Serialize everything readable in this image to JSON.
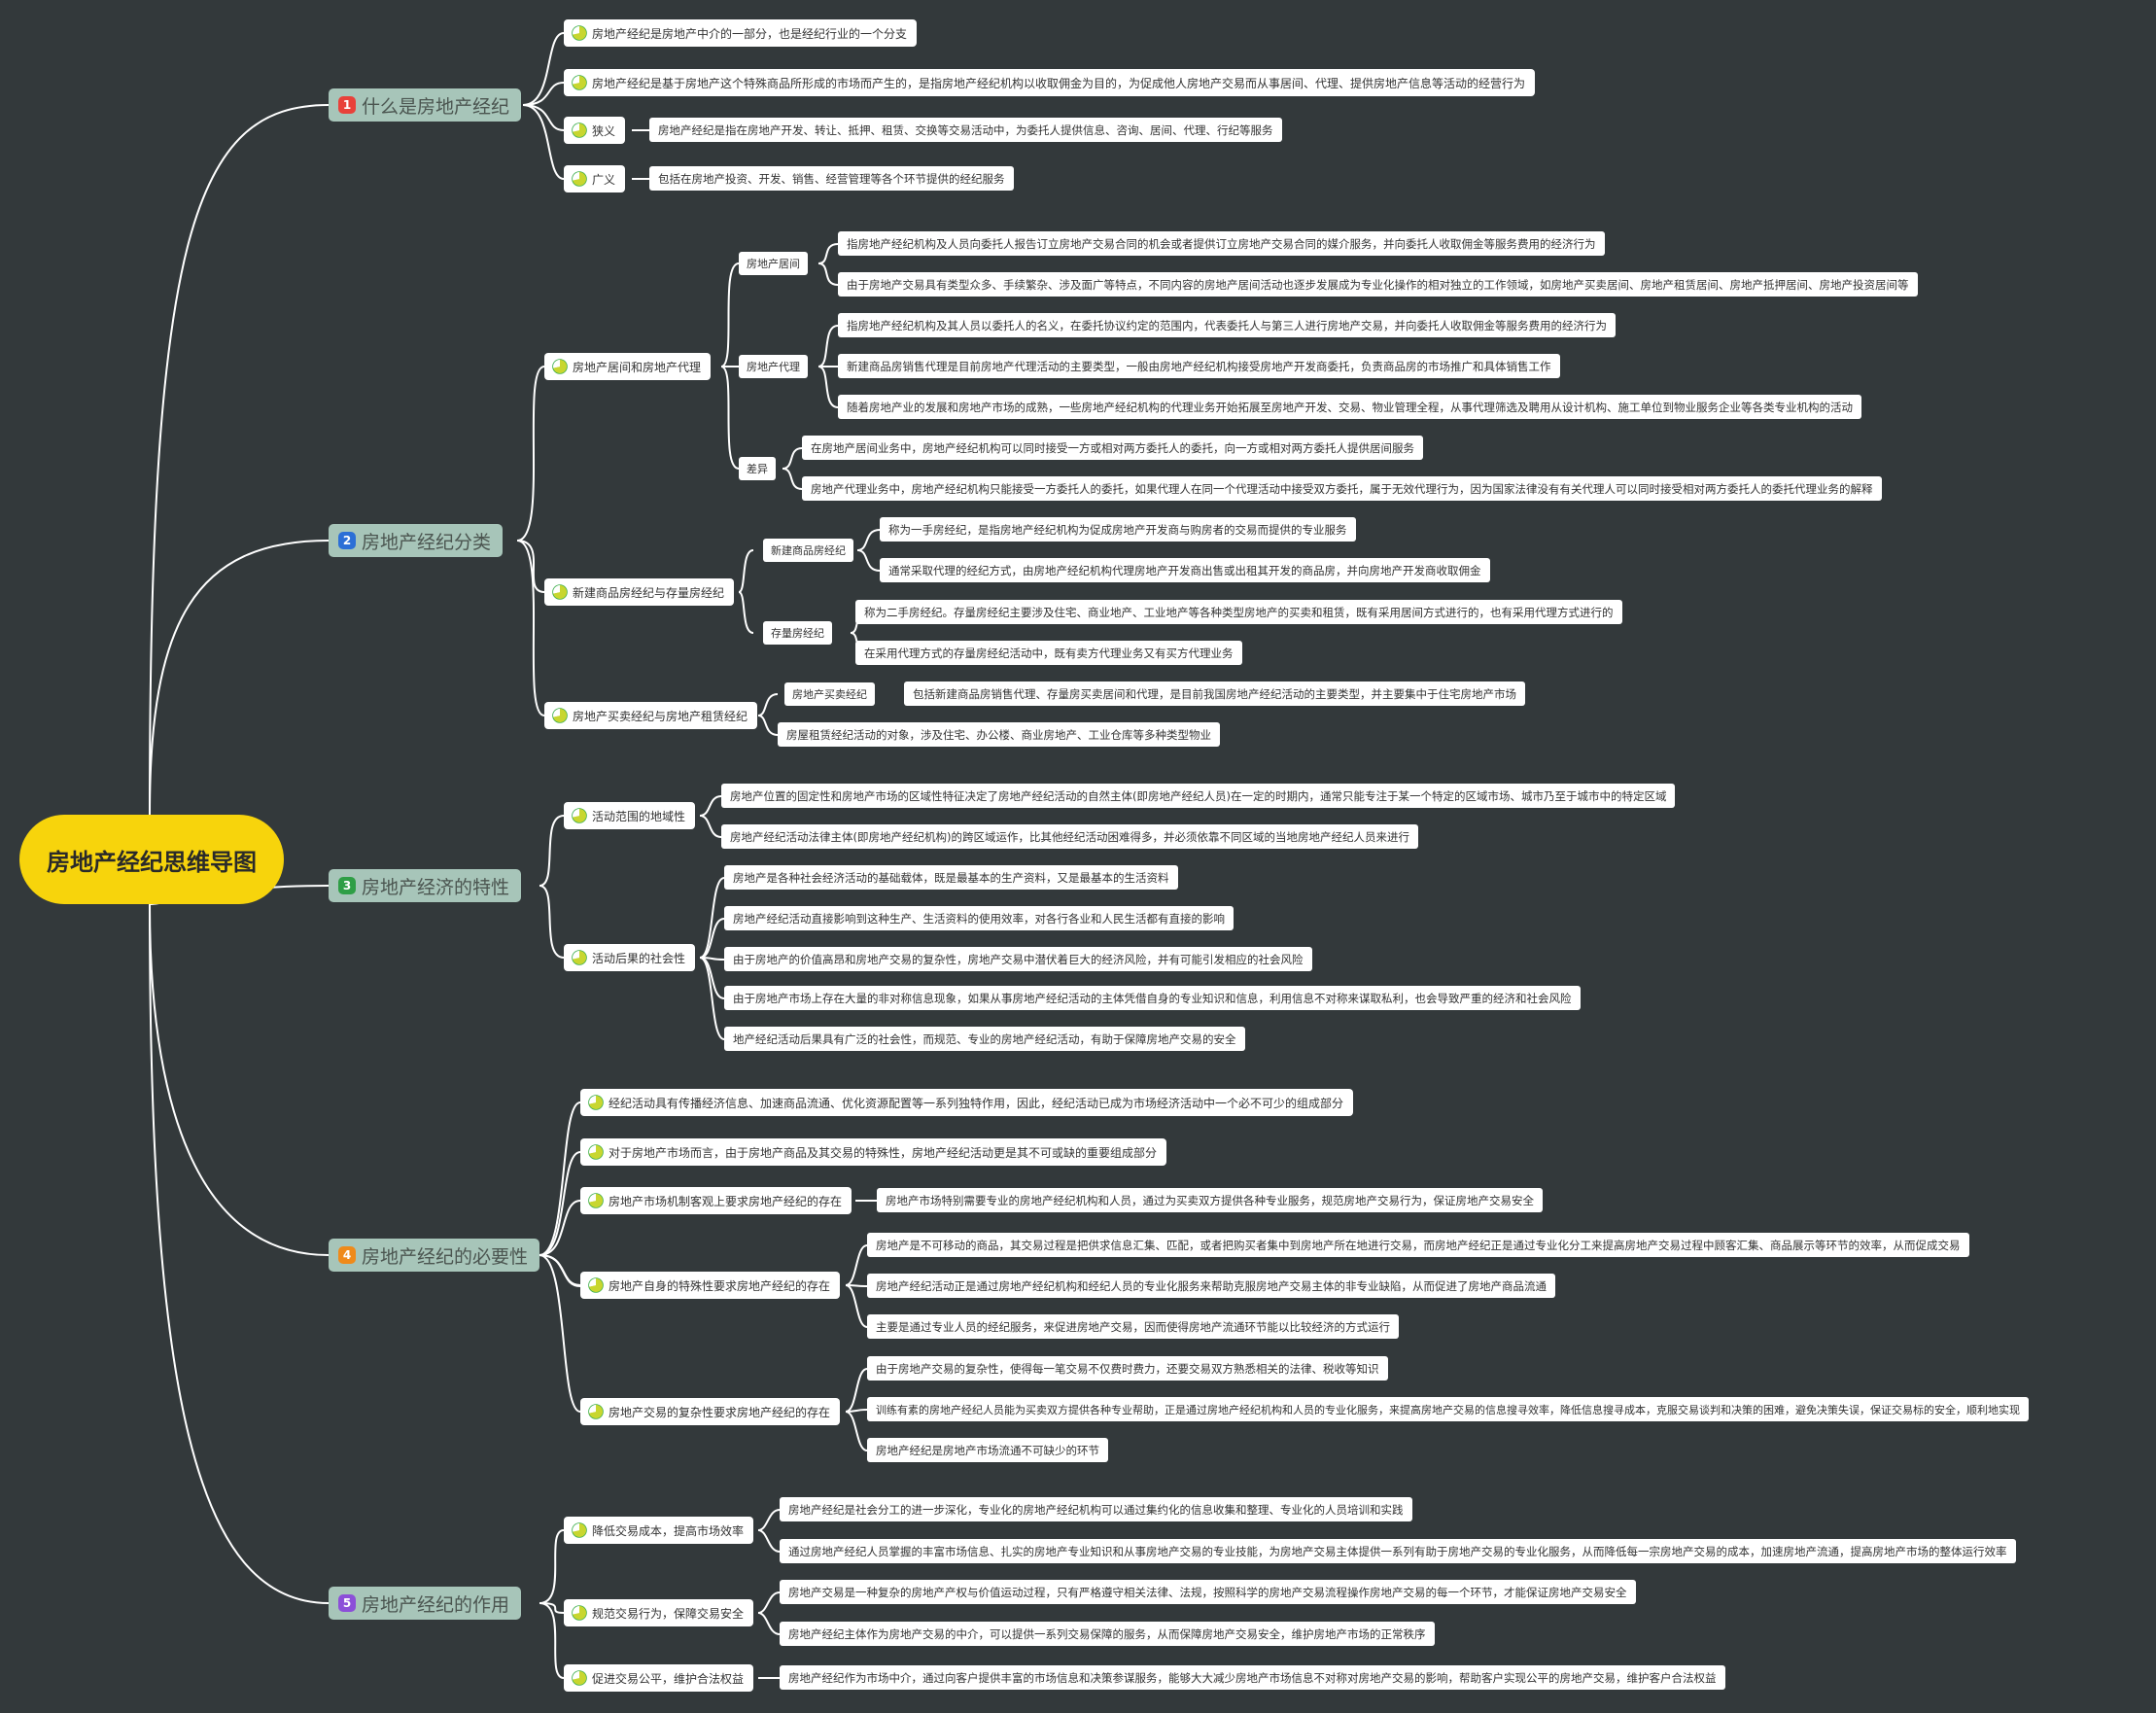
{
  "root": "房地产经纪思维导图",
  "colors": {
    "background": "#33393b",
    "root": "#f7d40c",
    "branch": "#a7c5b9",
    "line": "#ffffff"
  },
  "icons": {
    "topic": "pie-progress-icon"
  },
  "branches": [
    {
      "num": "1",
      "label": "什么是房地产经纪",
      "color": "#e8413a"
    },
    {
      "num": "2",
      "label": "房地产经纪分类",
      "color": "#2c6fd6"
    },
    {
      "num": "3",
      "label": "房地产经济的特性",
      "color": "#2f9e46"
    },
    {
      "num": "4",
      "label": "房地产经纪的必要性",
      "color": "#ef8a1a"
    },
    {
      "num": "5",
      "label": "房地产经纪的作用",
      "color": "#8c4fd8"
    }
  ],
  "topics": [
    "房地产经纪是房地产中介的一部分，也是经纪行业的一个分支",
    "房地产经纪是基于房地产这个特殊商品所形成的市场而产生的，是指房地产经纪机构以收取佣金为目的，为促成他人房地产交易而从事居间、代理、提供房地产信息等活动的经营行为",
    "狭义",
    "广义",
    "房地产居间和房地产代理",
    "新建商品房经纪与存量房经纪",
    "房地产买卖经纪与房地产租赁经纪",
    "活动范围的地域性",
    "活动后果的社会性",
    "经纪活动具有传播经济信息、加速商品流通、优化资源配置等一系列独特作用，因此，经纪活动已成为市场经济活动中一个必不可少的组成部分",
    "对于房地产市场而言，由于房地产商品及其交易的特殊性，房地产经纪活动更是其不可或缺的重要组成部分",
    "房地产市场机制客观上要求房地产经纪的存在",
    "房地产自身的特殊性要求房地产经纪的存在",
    "房地产交易的复杂性要求房地产经纪的存在",
    "降低交易成本，提高市场效率",
    "规范交易行为，保障交易安全",
    "促进交易公平，维护合法权益"
  ],
  "subtopics": [
    "房地产居间",
    "房地产代理",
    "差异",
    "新建商品房经纪",
    "存量房经纪",
    "房地产买卖经纪"
  ],
  "leaves": [
    "房地产经纪是指在房地产开发、转让、抵押、租赁、交换等交易活动中，为委托人提供信息、咨询、居间、代理、行纪等服务",
    "包括在房地产投资、开发、销售、经营管理等各个环节提供的经纪服务",
    "指房地产经纪机构及人员向委托人报告订立房地产交易合同的机会或者提供订立房地产交易合同的媒介服务，并向委托人收取佣金等服务费用的经济行为",
    "由于房地产交易具有类型众多、手续繁杂、涉及面广等特点，不同内容的房地产居间活动也逐步发展成为专业化操作的相对独立的工作领域，如房地产买卖居间、房地产租赁居间、房地产抵押居间、房地产投资居间等",
    "指房地产经纪机构及其人员以委托人的名义，在委托协议约定的范围内，代表委托人与第三人进行房地产交易，并向委托人收取佣金等服务费用的经济行为",
    "新建商品房销售代理是目前房地产代理活动的主要类型，一般由房地产经纪机构接受房地产开发商委托，负责商品房的市场推广和具体销售工作",
    "随着房地产业的发展和房地产市场的成熟，一些房地产经纪机构的代理业务开始拓展至房地产开发、交易、物业管理全程，从事代理筛选及聘用从设计机构、施工单位到物业服务企业等各类专业机构的活动",
    "在房地产居间业务中，房地产经纪机构可以同时接受一方或相对两方委托人的委托，向一方或相对两方委托人提供居间服务",
    "房地产代理业务中，房地产经纪机构只能接受一方委托人的委托，如果代理人在同一个代理活动中接受双方委托，属于无效代理行为，因为国家法律没有有关代理人可以同时接受相对两方委托人的委托代理业务的解释",
    "称为一手房经纪，是指房地产经纪机构为促成房地产开发商与购房者的交易而提供的专业服务",
    "通常采取代理的经纪方式，由房地产经纪机构代理房地产开发商出售或出租其开发的商品房，并向房地产开发商收取佣金",
    "称为二手房经纪。存量房经纪主要涉及住宅、商业地产、工业地产等各种类型房地产的买卖和租赁，既有采用居间方式进行的，也有采用代理方式进行的",
    "在采用代理方式的存量房经纪活动中，既有卖方代理业务又有买方代理业务",
    "包括新建商品房销售代理、存量房买卖居间和代理，是目前我国房地产经纪活动的主要类型，并主要集中于住宅房地产市场",
    "房屋租赁经纪活动的对象，涉及住宅、办公楼、商业房地产、工业仓库等多种类型物业",
    "房地产位置的固定性和房地产市场的区域性特征决定了房地产经纪活动的自然主体(即房地产经纪人员)在一定的时期内，通常只能专注于某一个特定的区域市场、城市乃至于城市中的特定区域",
    "房地产经纪活动法律主体(即房地产经纪机构)的跨区域运作，比其他经纪活动困难得多，并必须依靠不同区域的当地房地产经纪人员来进行",
    "房地产是各种社会经济活动的基础载体，既是最基本的生产资料，又是最基本的生活资料",
    "房地产经纪活动直接影响到这种生产、生活资料的使用效率，对各行各业和人民生活都有直接的影响",
    "由于房地产的价值高昂和房地产交易的复杂性，房地产交易中潜伏着巨大的经济风险，并有可能引发相应的社会风险",
    "由于房地产市场上存在大量的非对称信息现象，如果从事房地产经纪活动的主体凭借自身的专业知识和信息，利用信息不对称来谋取私利，也会导致严重的经济和社会风险",
    "地产经纪活动后果具有广泛的社会性，而规范、专业的房地产经纪活动，有助于保障房地产交易的安全",
    "房地产市场特别需要专业的房地产经纪机构和人员，通过为买卖双方提供各种专业服务，规范房地产交易行为，保证房地产交易安全",
    "房地产是不可移动的商品，其交易过程是把供求信息汇集、匹配，或者把购买者集中到房地产所在地进行交易，而房地产经纪正是通过专业化分工来提高房地产交易过程中顾客汇集、商品展示等环节的效率，从而促成交易",
    "房地产经纪活动正是通过房地产经纪机构和经纪人员的专业化服务来帮助克服房地产交易主体的非专业缺陷，从而促进了房地产商品流通",
    "主要是通过专业人员的经纪服务，来促进房地产交易，因而使得房地产流通环节能以比较经济的方式运行",
    "由于房地产交易的复杂性，使得每一笔交易不仅费时费力，还要交易双方熟悉相关的法律、税收等知识",
    "训练有素的房地产经纪人员能为买卖双方提供各种专业帮助，正是通过房地产经纪机构和人员的专业化服务，来提高房地产交易的信息搜寻效率，降低信息搜寻成本，克服交易谈判和决策的困难，避免决策失误，保证交易标的安全，顺利地实现",
    "房地产经纪是房地产市场流通不可缺少的环节",
    "房地产经纪是社会分工的进一步深化，专业化的房地产经纪机构可以通过集约化的信息收集和整理、专业化的人员培训和实践",
    "通过房地产经纪人员掌握的丰富市场信息、扎实的房地产专业知识和从事房地产交易的专业技能，为房地产交易主体提供一系列有助于房地产交易的专业化服务，从而降低每一宗房地产交易的成本，加速房地产流通，提高房地产市场的整体运行效率",
    "房地产交易是一种复杂的房地产产权与价值运动过程，只有严格遵守相关法律、法规，按照科学的房地产交易流程操作房地产交易的每一个环节，才能保证房地产交易安全",
    "房地产经纪主体作为房地产交易的中介，可以提供一系列交易保障的服务，从而保障房地产交易安全，维护房地产市场的正常秩序",
    "房地产经纪作为市场中介，通过向客户提供丰富的市场信息和决策参谋服务，能够大大减少房地产市场信息不对称对房地产交易的影响，帮助客户实现公平的房地产交易，维护客户合法权益"
  ]
}
